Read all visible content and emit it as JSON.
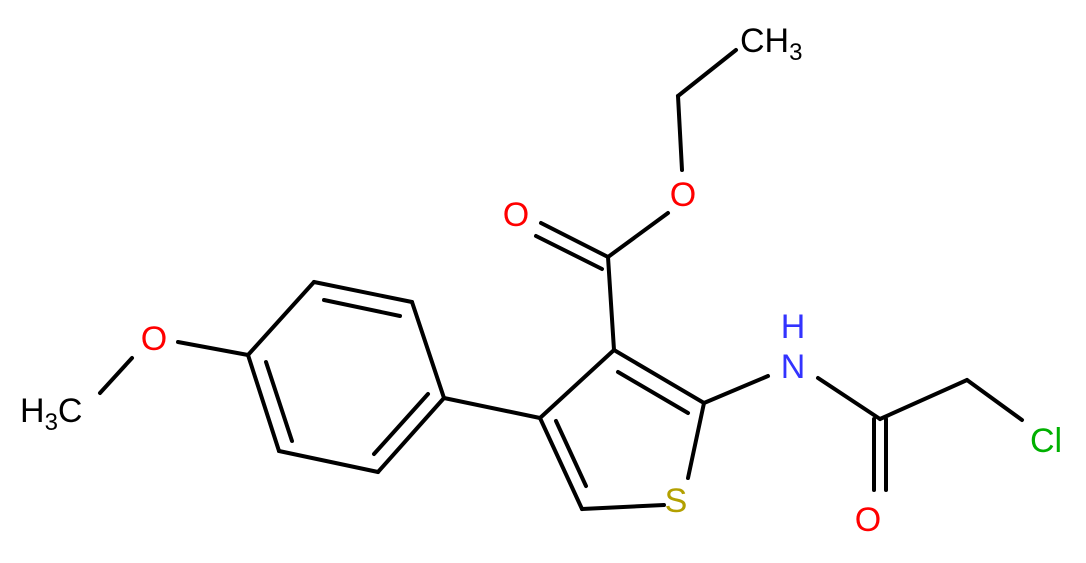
{
  "colors": {
    "bond": "#000000",
    "oxygen": "#ff0000",
    "nitrogen": "#3333ff",
    "sulfur": "#b3a000",
    "chlorine": "#00b000",
    "carbon": "#000000"
  },
  "atoms": {
    "ch3_top": {
      "main": "CH",
      "sub": "3"
    },
    "o_ester": {
      "main": "O"
    },
    "o_carbonyl": {
      "main": "O"
    },
    "o_methoxy": {
      "main": "O"
    },
    "h3c_methoxy": {
      "pre": "H",
      "sub": "3",
      "post": "C"
    },
    "nh": {
      "main": "N",
      "h": "H"
    },
    "cl": {
      "main": "Cl"
    },
    "o_amide": {
      "main": "O"
    },
    "s": {
      "main": "S"
    }
  }
}
